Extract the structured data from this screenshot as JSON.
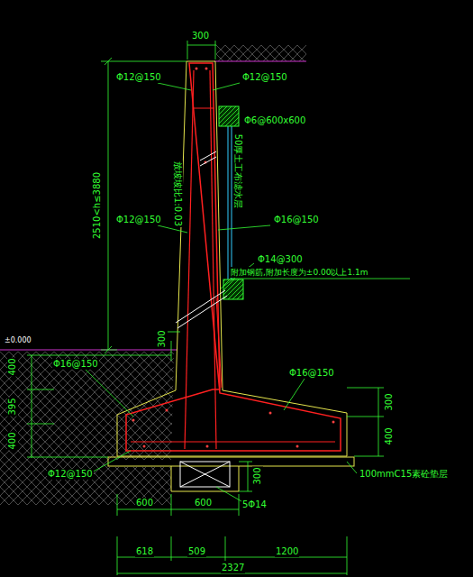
{
  "diagram": {
    "labels": [
      "300",
      "Φ12@150",
      "Φ12@150",
      "Φ6@600x600",
      "放坡坡比1:0.03",
      "50厚土工布滤水层",
      "2510<h≤3880",
      "Φ12@150",
      "Φ16@150",
      "Φ14@300",
      "附加钢筋,附加长度为±0.00以上1.1m",
      "300",
      "±0.000",
      "400",
      "395",
      "400",
      "Φ16@150",
      "Φ16@150",
      "300",
      "400",
      "Φ12@150",
      "100mmC15素砼垫层",
      "600",
      "600",
      "300",
      "5Φ14",
      "618",
      "509",
      "1200",
      "2327"
    ]
  }
}
